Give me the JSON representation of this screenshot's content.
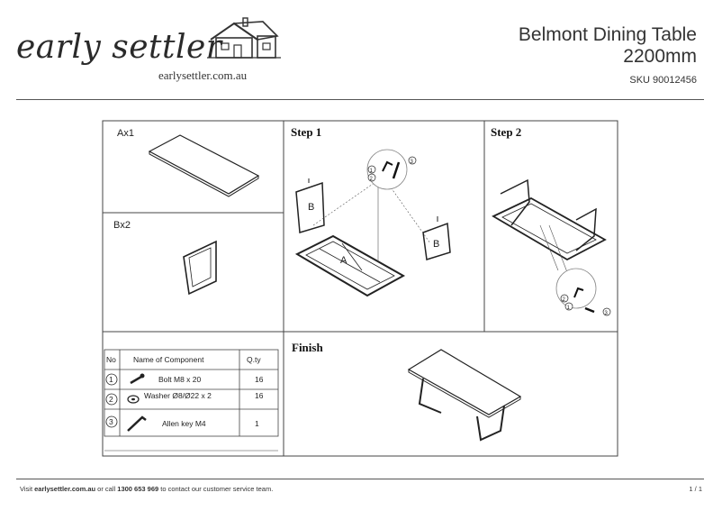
{
  "header": {
    "logo_script": "early settler",
    "logo_url": "earlysettler.com.au",
    "title_line1": "Belmont Dining Table",
    "title_line2": "2200mm",
    "sku": "SKU 90012456"
  },
  "sheet": {
    "parts": {
      "a_label": "Ax1",
      "b_label": "Bx2"
    },
    "steps": {
      "step1": "Step 1",
      "step2": "Step 2",
      "finish": "Finish"
    },
    "callouts": {
      "n1": "1",
      "n2": "2",
      "n3": "3",
      "part_a": "A",
      "part_b": "B"
    },
    "components_table": {
      "headers": [
        "No",
        "Name of Component",
        "Q.ty"
      ],
      "rows": [
        {
          "no": "1",
          "name": "Bolt M8 x 20",
          "qty": "16",
          "icon": "bolt-icon"
        },
        {
          "no": "2",
          "name": "Washer Ø8/Ø22 x 2",
          "qty": "16",
          "icon": "washer-icon"
        },
        {
          "no": "3",
          "name": "Allen key M4",
          "qty": "1",
          "icon": "allen-key-icon"
        }
      ]
    }
  },
  "footer": {
    "prefix": "Visit ",
    "site": "earlysettler.com.au",
    "middle": " or call ",
    "phone": "1300 653 969",
    "suffix": " to contact our customer service team.",
    "page": "1 / 1"
  }
}
